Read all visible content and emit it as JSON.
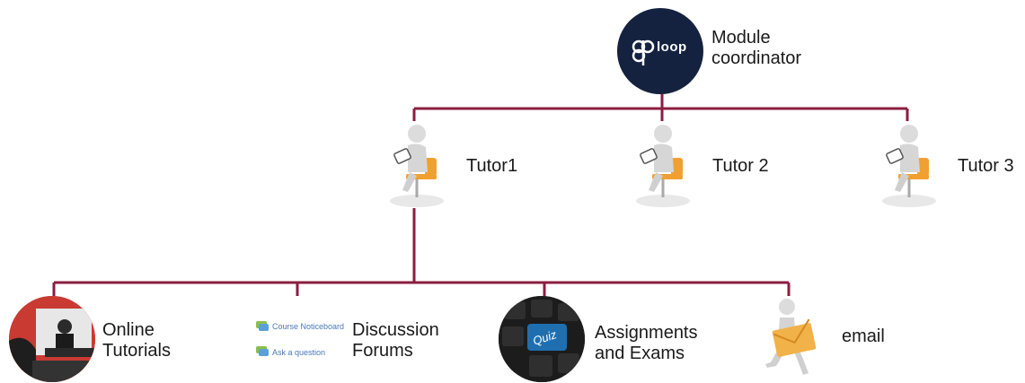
{
  "colors": {
    "connector": "#8b1e3f",
    "logo_bg": "#14223f",
    "chair": "#f0a030",
    "envelope": "#f2b24a",
    "quiz_key": "#1f6fb0"
  },
  "coordinator": {
    "logo_text": "loop",
    "label_line1": "Module",
    "label_line2": "coordinator"
  },
  "tutors": [
    {
      "label": "Tutor1"
    },
    {
      "label": "Tutor  2"
    },
    {
      "label": "Tutor  3"
    }
  ],
  "channels": {
    "online": {
      "line1": "Online",
      "line2": "Tutorials"
    },
    "forums": {
      "line1": "Discussion",
      "line2": "Forums",
      "icon_item1": "Course Noticeboard",
      "icon_item2": "Ask a question"
    },
    "assignments": {
      "line1": "Assignments",
      "line2": "and Exams",
      "key_label": "Quiz"
    },
    "email": {
      "label": "email"
    }
  },
  "icons": {
    "logo": "loop-logo-icon",
    "tutor": "seated-figure-tablet-icon",
    "online": "video-lecture-icon",
    "forums": "forum-bubble-icon",
    "assignments": "keyboard-quiz-icon",
    "email": "running-figure-envelope-icon"
  }
}
